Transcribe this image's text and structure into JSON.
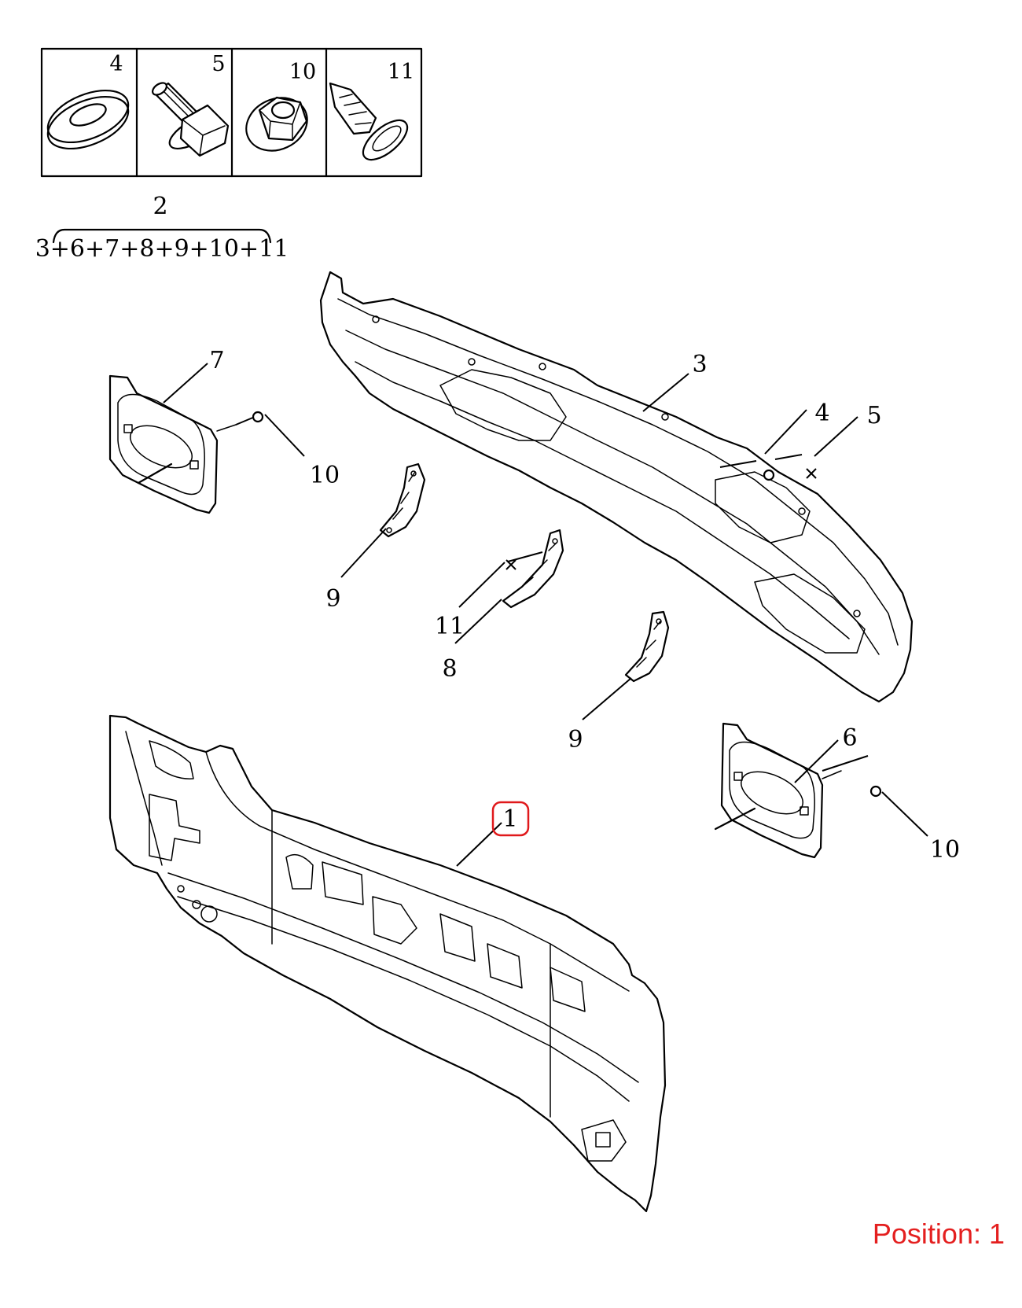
{
  "diagram": {
    "fastener_panel": {
      "cells": [
        {
          "number": "4",
          "icon": "washer-icon"
        },
        {
          "number": "5",
          "icon": "bolt-icon"
        },
        {
          "number": "10",
          "icon": "flange-nut-icon"
        },
        {
          "number": "11",
          "icon": "clip-icon"
        }
      ]
    },
    "assembly": {
      "number": "2",
      "contents": "3+6+7+8+9+10+11"
    },
    "callouts": {
      "c1": "1",
      "c3": "3",
      "c4": "4",
      "c5": "5",
      "c6": "6",
      "c7": "7",
      "c8": "8",
      "c9a": "9",
      "c9b": "9",
      "c10a": "10",
      "c10b": "10",
      "c11": "11"
    },
    "highlight": {
      "part": "1",
      "color": "#e0191b"
    }
  },
  "position_label": "Position: 1",
  "colors": {
    "line": "#000000",
    "background": "#ffffff",
    "accent": "#e41f1f"
  }
}
